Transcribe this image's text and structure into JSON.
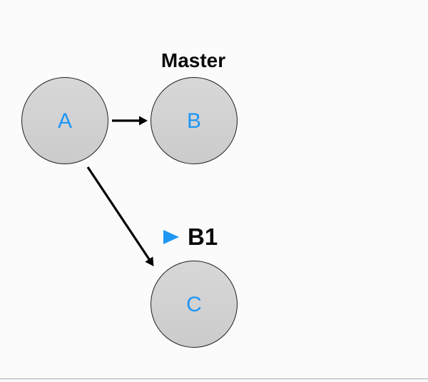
{
  "diagram": {
    "type": "git-branch-diagram",
    "background_color": "#FCFBFC",
    "accent_blue": "#1E96F3",
    "arrow_color": "#000000",
    "node_border_color": "#202020",
    "node_fill_top": "#D8D7D8",
    "node_fill_bottom": "#CCCBCC",
    "nodes": [
      {
        "id": "A",
        "label": "A"
      },
      {
        "id": "B",
        "label": "B"
      },
      {
        "id": "C",
        "label": "C"
      }
    ],
    "edges": [
      {
        "from": "A",
        "to": "B"
      },
      {
        "from": "A",
        "to": "C"
      }
    ],
    "labels": {
      "master": {
        "text": "Master",
        "color": "#0A0A0A"
      },
      "b1": {
        "text": "B1",
        "color": "#0A0A0A",
        "marker": "play-triangle",
        "marker_color": "#1E96F3"
      }
    }
  },
  "footer": {
    "divider_color": "#ADABAD",
    "strip_color": "#F9F8F9"
  }
}
